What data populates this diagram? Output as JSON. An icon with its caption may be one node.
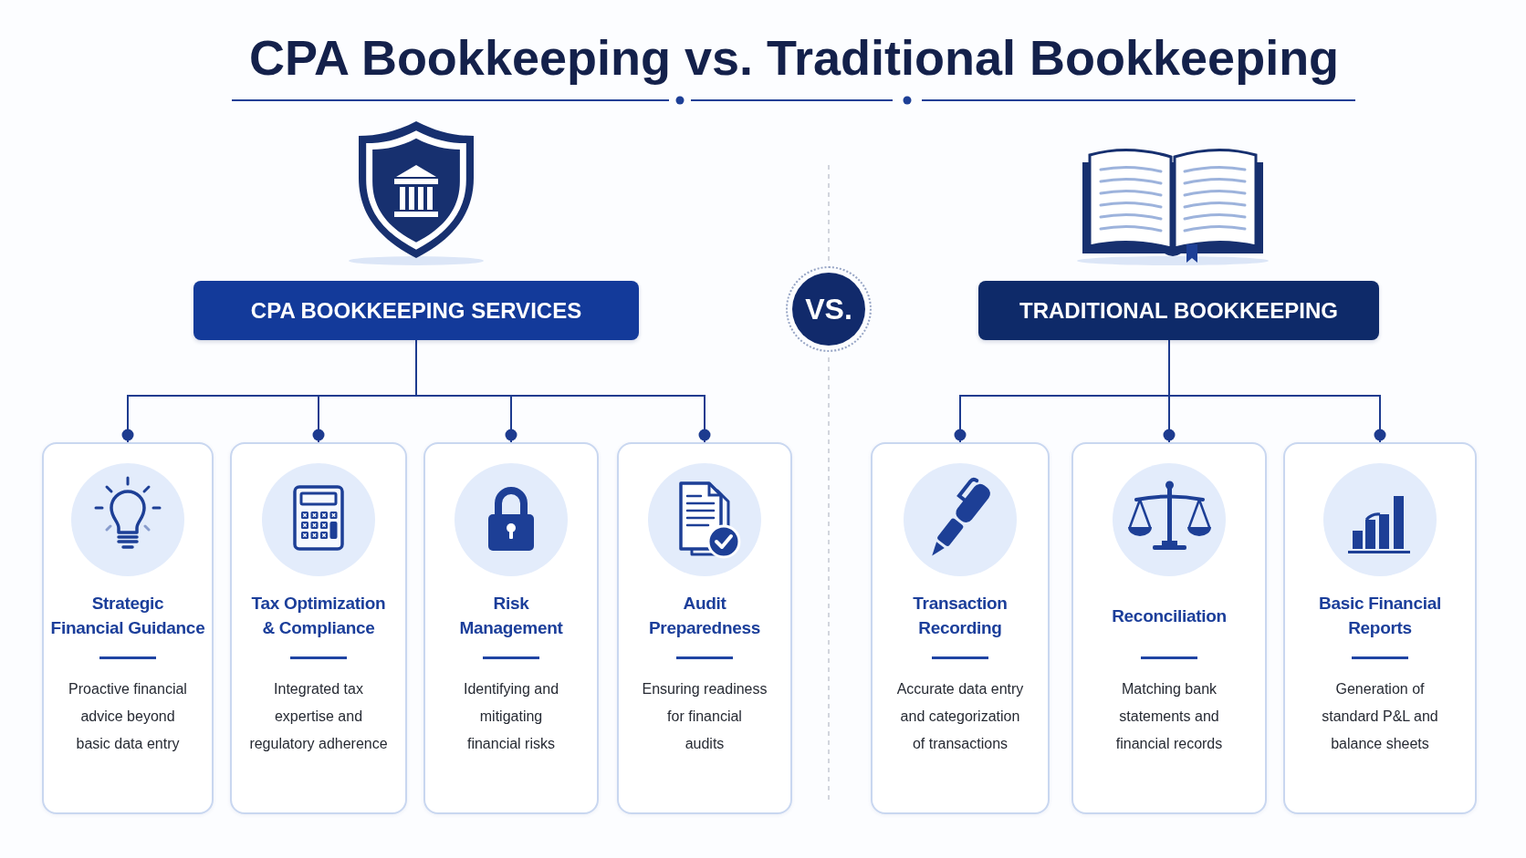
{
  "diagram": {
    "title": "CPA Bookkeeping vs. Traditional Bookkeeping",
    "nodes": [
      {
        "text": [
          "CPA BOOKKEEPING SERVICES"
        ]
      },
      {
        "text": [
          "VS."
        ]
      },
      {
        "text": [
          "TRADITIONAL BOOKKEEPING"
        ]
      },
      {
        "text": [
          "Strategic Financial Guidance",
          "Proactive financial advice beyond basic data entry"
        ]
      },
      {
        "text": [
          "Tax Optimization & Compliance",
          "Integrated tax expertise and regulatory adherence"
        ]
      },
      {
        "text": [
          "Risk Management",
          "Identifying and mitigating financial risks"
        ]
      },
      {
        "text": [
          "Audit Preparedness",
          "Ensuring readiness for financial audits"
        ]
      },
      {
        "text": [
          "Transaction Recording",
          "Accurate data entry and categorization of transactions"
        ]
      },
      {
        "text": [
          "Reconciliation",
          "Matching bank statements and financial records"
        ]
      },
      {
        "text": [
          "Basic Financial Reports",
          "Generation of standard P&L and balance sheets"
        ]
      }
    ],
    "edges": [
      {
        "from": 0,
        "to": 3,
        "arrow": "other"
      },
      {
        "from": 0,
        "to": 4,
        "arrow": "other"
      },
      {
        "from": 0,
        "to": 5,
        "arrow": "other"
      },
      {
        "from": 0,
        "to": 6,
        "arrow": "other"
      },
      {
        "from": 2,
        "to": 7,
        "arrow": "other"
      },
      {
        "from": 2,
        "to": 8,
        "arrow": "other"
      },
      {
        "from": 2,
        "to": 9,
        "arrow": "other"
      }
    ]
  }
}
